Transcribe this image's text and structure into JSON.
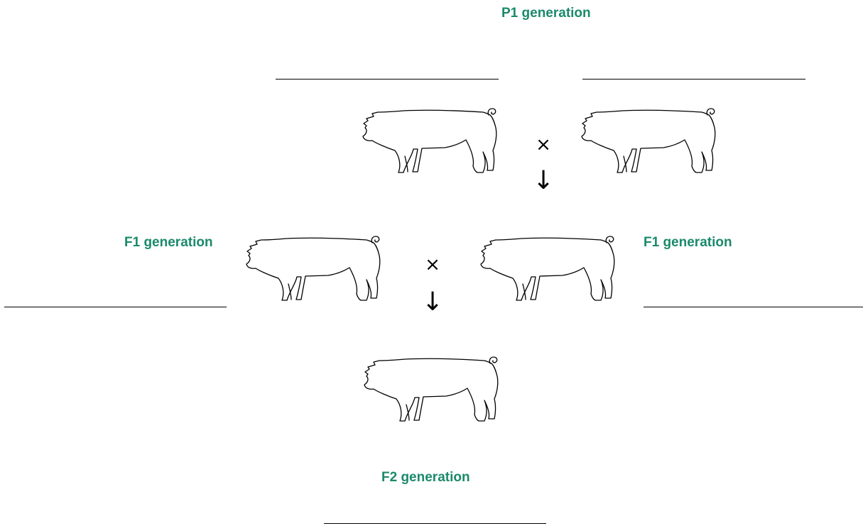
{
  "colors": {
    "label": "#1a8a6a",
    "line": "#000000"
  },
  "labels": {
    "p1": "P1 generation",
    "f1_left": "F1 generation",
    "f1_right": "F1 generation",
    "f2": "F2 generation"
  },
  "symbols": {
    "cross": "×",
    "arrow": "↓"
  },
  "icons": {
    "pig": "pig-outline-icon"
  }
}
